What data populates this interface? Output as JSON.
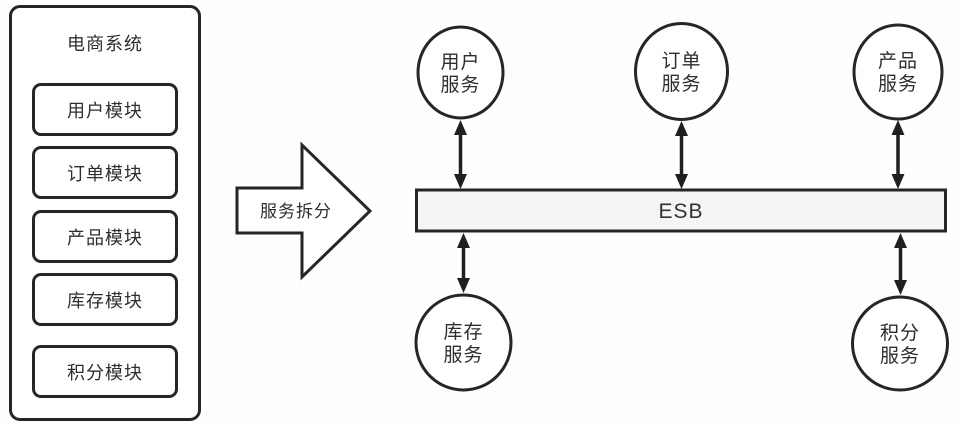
{
  "panel": {
    "title": "电商系统",
    "modules": [
      "用户模块",
      "订单模块",
      "产品模块",
      "库存模块",
      "积分模块"
    ]
  },
  "transform_arrow": {
    "label": "服务拆分"
  },
  "diagram": {
    "esb_label": "ESB",
    "top_services": [
      {
        "line1": "用户",
        "line2": "服务"
      },
      {
        "line1": "订单",
        "line2": "服务"
      },
      {
        "line1": "产品",
        "line2": "服务"
      }
    ],
    "bottom_services": [
      {
        "line1": "库存",
        "line2": "服务"
      },
      {
        "line1": "积分",
        "line2": "服务"
      }
    ],
    "colors": {
      "stroke": "#262626",
      "esb_fill": "#f5f5f5",
      "node_fill": "#ffffff",
      "background": "#ffffff",
      "text": "#2e2e2e"
    }
  }
}
